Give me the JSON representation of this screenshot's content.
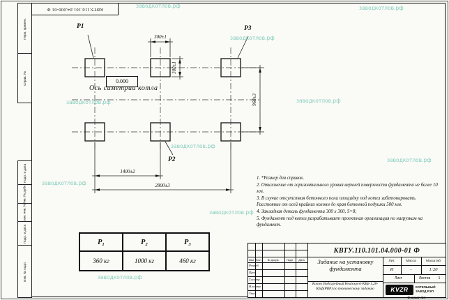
{
  "colors": {
    "watermark": "#35b09a",
    "line": "#111111",
    "paper": "#fafaf6"
  },
  "watermark": {
    "text": "заводкотлов.рф"
  },
  "frame": {
    "top_stamp": "КВТУ.110.101.04.000-01 Ф",
    "left_labels": [
      "Перв. примен.",
      "Справ. №",
      "Подп. и дата",
      "Инв. № дубл.",
      "Взам. инв. №",
      "Подп. и дата",
      "Инв. № подл."
    ],
    "format_note": "Формат А3"
  },
  "drawing": {
    "p1": "Р1",
    "p2": "Р2",
    "p3": "Р3",
    "level_mark": "0.000",
    "axis_label": "Ось симетрии котла",
    "dim_width_top": "300±1",
    "dim_height_side": "300±1",
    "dim_rows": "960±3",
    "dim_half_span": "1400±2",
    "dim_full_span": "2800±3"
  },
  "notes": [
    "1. *Размер для справок.",
    "2. Отклонение от горизонтального уровня верхней поверхности фундамента не более 10 мм.",
    "3. В случае отсутствия бетонного пола площадку под котел забетонировать. Расстояние от осей крайних колонн до края бетонной подушки 500 мм.",
    "4. Закладная деталь фундамента 300 x 300, S=8;",
    "5. Фундамент под котел разрабатывает проектная организация по нагрузкам на фундамент."
  ],
  "load_table": {
    "headers": [
      "Р₁",
      "Р₂",
      "Р₃"
    ],
    "values": [
      "360 кг",
      "1000 кг",
      "460 кг"
    ]
  },
  "title_block": {
    "doc_number": "КВТУ.110.101.04.000-01 Ф",
    "title": "Задание на установку фундамента",
    "subtitle": "Котел Водогрейный Heatexpert-КВр-1,28-КБф(РВР) по техническому заданию",
    "header_cols": [
      "Изм.",
      "Лист",
      "№ докум.",
      "Подп.",
      "Дата"
    ],
    "row_labels": [
      "Разраб.",
      "Пров.",
      "Т.контр.",
      "Н.контр.",
      "Утв."
    ],
    "lit_label": "Лит.",
    "mass_label": "Масса",
    "scale_label": "Масштаб",
    "lit": "И",
    "mass": "-",
    "scale": "1:20",
    "sheet_label": "Лист",
    "sheets_label": "Листов",
    "sheets_value": "1",
    "logo": "KVZR",
    "logo_caption": "КОТЕЛЬНЫЙ ЗАВОД РЭП"
  }
}
